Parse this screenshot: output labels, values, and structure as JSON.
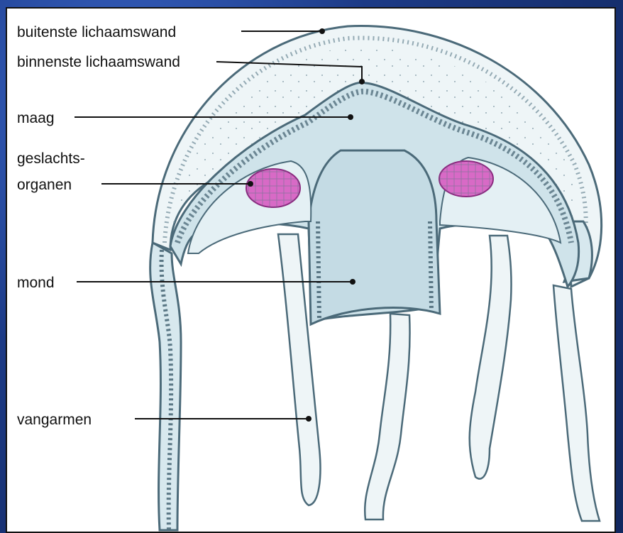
{
  "labels": {
    "outer_wall": "buitenste lichaamswand",
    "inner_wall": "binnenste lichaamswand",
    "stomach": "maag",
    "gonads_line1": "geslachts-",
    "gonads_line2": "organen",
    "mouth": "mond",
    "tentacles": "vangarmen"
  },
  "colors": {
    "body_fill": "#eef5f7",
    "inner_fill": "#cfe3ea",
    "wall_stroke": "#4b6a79",
    "gonad_fill": "#d86ac6",
    "gonad_stroke": "#8c2a80"
  }
}
